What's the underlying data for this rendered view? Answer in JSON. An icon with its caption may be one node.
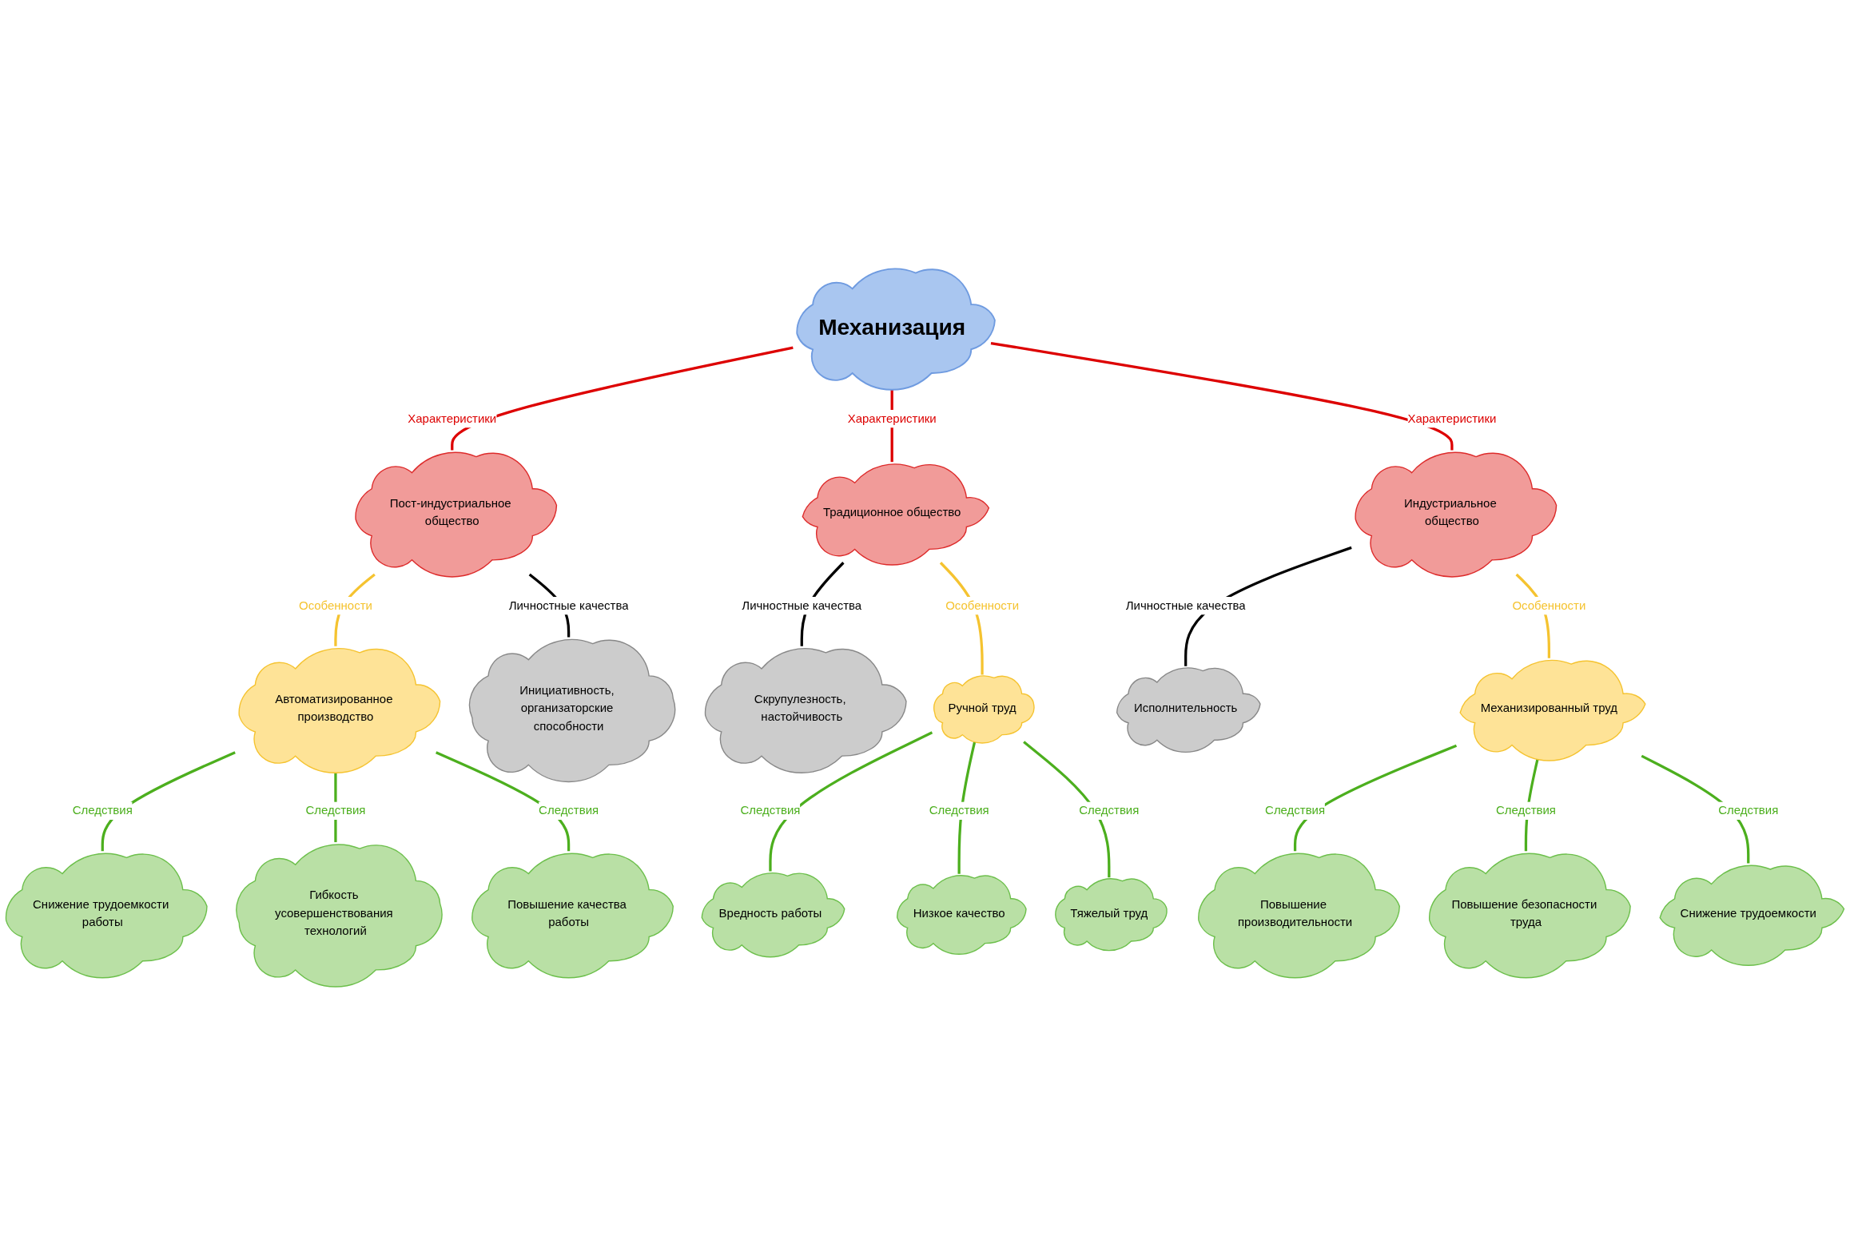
{
  "diagram": {
    "nodes": [
      {
        "text": [
          "Механизация"
        ]
      },
      {
        "text": [
          "Пост-индустриальное общество"
        ]
      },
      {
        "text": [
          "Автоматизированное производство"
        ]
      },
      {
        "text": [
          "Снижение трудоемкости работы"
        ]
      },
      {
        "text": [
          "Гибкость усовершенствования технологий"
        ]
      },
      {
        "text": [
          "Повышение качества работы"
        ]
      },
      {
        "text": [
          "Инициативность, организаторские способности"
        ]
      },
      {
        "text": [
          "Традиционное общество"
        ]
      },
      {
        "text": [
          "Скрупулезность, настойчивость"
        ]
      },
      {
        "text": [
          "Ручной труд"
        ]
      },
      {
        "text": [
          "Вредность работы"
        ]
      },
      {
        "text": [
          "Низкое качество"
        ]
      },
      {
        "text": [
          "Тяжелый труд"
        ]
      },
      {
        "text": [
          "Индустриальное общество"
        ]
      },
      {
        "text": [
          "Исполнительность"
        ]
      },
      {
        "text": [
          "Механизированный труд"
        ]
      },
      {
        "text": [
          "Повышение производительности"
        ]
      },
      {
        "text": [
          "Повышение безопасности труда"
        ]
      },
      {
        "text": [
          "Снижение трудоемкости"
        ]
      }
    ],
    "edges": [
      {
        "from": 0,
        "to": 1,
        "arrow": "none",
        "label": "Характеристики",
        "color": "#dd0000"
      },
      {
        "from": 1,
        "to": 2,
        "arrow": "none",
        "label": "Особенности",
        "color": "#f5c330"
      },
      {
        "from": 2,
        "to": 3,
        "arrow": "none",
        "label": "Следствия"
      },
      {
        "from": 2,
        "to": 4,
        "arrow": "none",
        "label": "Следствия"
      },
      {
        "from": 2,
        "to": 5,
        "arrow": "none",
        "label": "Следствия"
      },
      {
        "from": 1,
        "to": 6,
        "arrow": "none",
        "label": "Личностные качества",
        "color": "#000000"
      },
      {
        "from": 0,
        "to": 7,
        "arrow": "none",
        "label": "Характеристики",
        "color": "#dd0000"
      },
      {
        "from": 7,
        "to": 8,
        "arrow": "none",
        "label": "Личностные качества",
        "color": "#000000"
      },
      {
        "from": 7,
        "to": 9,
        "arrow": "none",
        "label": "Особенности",
        "color": "#f5c330"
      },
      {
        "from": 9,
        "to": 10,
        "arrow": "none",
        "label": "Следствия"
      },
      {
        "from": 9,
        "to": 11,
        "arrow": "none",
        "label": "Следствия"
      },
      {
        "from": 9,
        "to": 12,
        "arrow": "none",
        "label": "Следствия"
      },
      {
        "from": 0,
        "to": 13,
        "arrow": "none",
        "label": "Характеристики",
        "color": "#dd0000"
      },
      {
        "from": 13,
        "to": 14,
        "arrow": "none",
        "label": "Личностные качества",
        "color": "#000000"
      },
      {
        "from": 13,
        "to": 15,
        "arrow": "none",
        "label": "Особенности",
        "color": "#f5c330"
      },
      {
        "from": 15,
        "to": 16,
        "arrow": "none",
        "label": "Следствия"
      },
      {
        "from": 15,
        "to": 17,
        "arrow": "none",
        "label": "Следствия"
      },
      {
        "from": 15,
        "to": 18,
        "arrow": "none",
        "label": "Следствия"
      }
    ]
  }
}
